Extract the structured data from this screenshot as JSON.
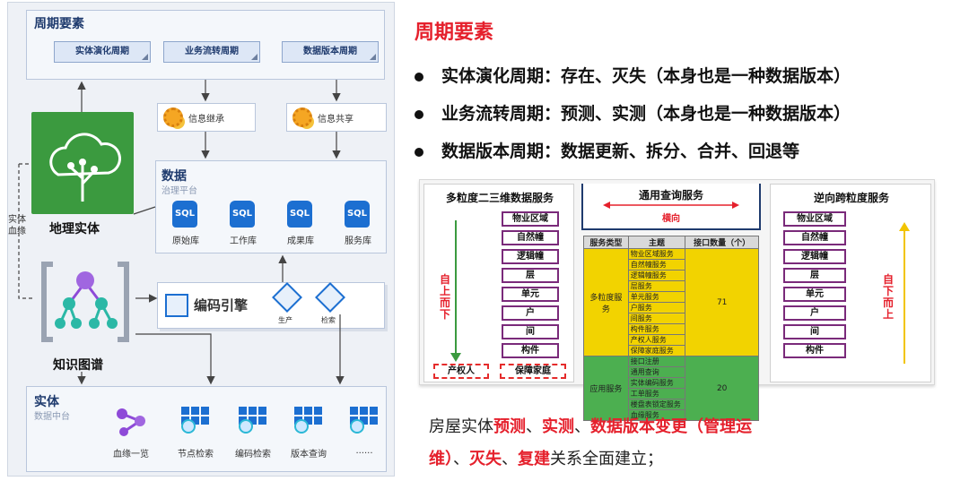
{
  "left": {
    "period_title": "周期要素",
    "period_buttons": [
      "实体演化周期",
      "业务流转周期",
      "数据版本周期"
    ],
    "gears": [
      "信息继承",
      "信息共享"
    ],
    "data_title": "数据",
    "data_subtitle": "治理平台",
    "databases": [
      {
        "icon": "SQL",
        "label": "原始库"
      },
      {
        "icon": "SQL",
        "label": "工作库"
      },
      {
        "icon": "SQL",
        "label": "成果库"
      },
      {
        "icon": "SQL",
        "label": "服务库"
      }
    ],
    "geo_entity": "地理实体",
    "lineage": "实体血缘",
    "knowledge_graph": "知识图谱",
    "encoding_engine": "编码引擎",
    "produce": "生产",
    "retrieve": "检索",
    "entity_title": "实体",
    "entity_subtitle": "数据中台",
    "entity_items": [
      "血缘一览",
      "节点检索",
      "编码检索",
      "版本查询",
      "......"
    ]
  },
  "right": {
    "heading": "周期要素",
    "bullets": [
      "实体演化周期：存在、灭失（本身也是一种数据版本）",
      "业务流转周期：预测、实测（本身也是一种数据版本）",
      "数据版本周期：数据更新、拆分、合并、回退等"
    ]
  },
  "panel": {
    "left_title": "多粒度二三维数据服务",
    "left_items": [
      "物业区域",
      "自然幢",
      "逻辑幢",
      "层",
      "单元",
      "户",
      "间",
      "构件"
    ],
    "left_dashed": [
      "产权人",
      "保障家庭"
    ],
    "left_vertical": "自上而下",
    "center_title": "通用查询服务",
    "center_arrow": "横向",
    "table": {
      "headers": [
        "服务类型",
        "主题",
        "接口数量（个）"
      ],
      "groups": [
        {
          "type": "多粒度服务",
          "count": "71",
          "items": [
            "物业区域服务",
            "自然幢服务",
            "逻辑幢服务",
            "层服务",
            "单元服务",
            "户服务",
            "间服务",
            "构件服务",
            "产权人服务",
            "保障家庭服务"
          ]
        },
        {
          "type": "应用服务",
          "count": "20",
          "items": [
            "接口注册",
            "通用查询",
            "实体编码服务",
            "工单服务",
            "楼盘表锁定服务",
            "血缘服务"
          ]
        }
      ]
    },
    "right_title": "逆向跨粒度服务",
    "right_items": [
      "物业区域",
      "自然幢",
      "逻辑幢",
      "层",
      "单元",
      "户",
      "间",
      "构件"
    ],
    "right_vertical": "自下而上"
  },
  "bottom": {
    "p1": "房屋实体",
    "s1": "预测",
    "p2": "、",
    "s2": "实测",
    "p3": "、",
    "s3": "数据版本变更（管理运",
    "s4": "维）",
    "p4": "、",
    "s5": "灭失",
    "p5": "、",
    "s6": "复建",
    "p6": "关系全面建立；"
  },
  "colors": {
    "accent_red": "#e5202c",
    "brand_blue": "#1c6fd1",
    "green": "#3b9a3f",
    "table_yellow": "#f2d300",
    "table_green": "#4caf50"
  }
}
